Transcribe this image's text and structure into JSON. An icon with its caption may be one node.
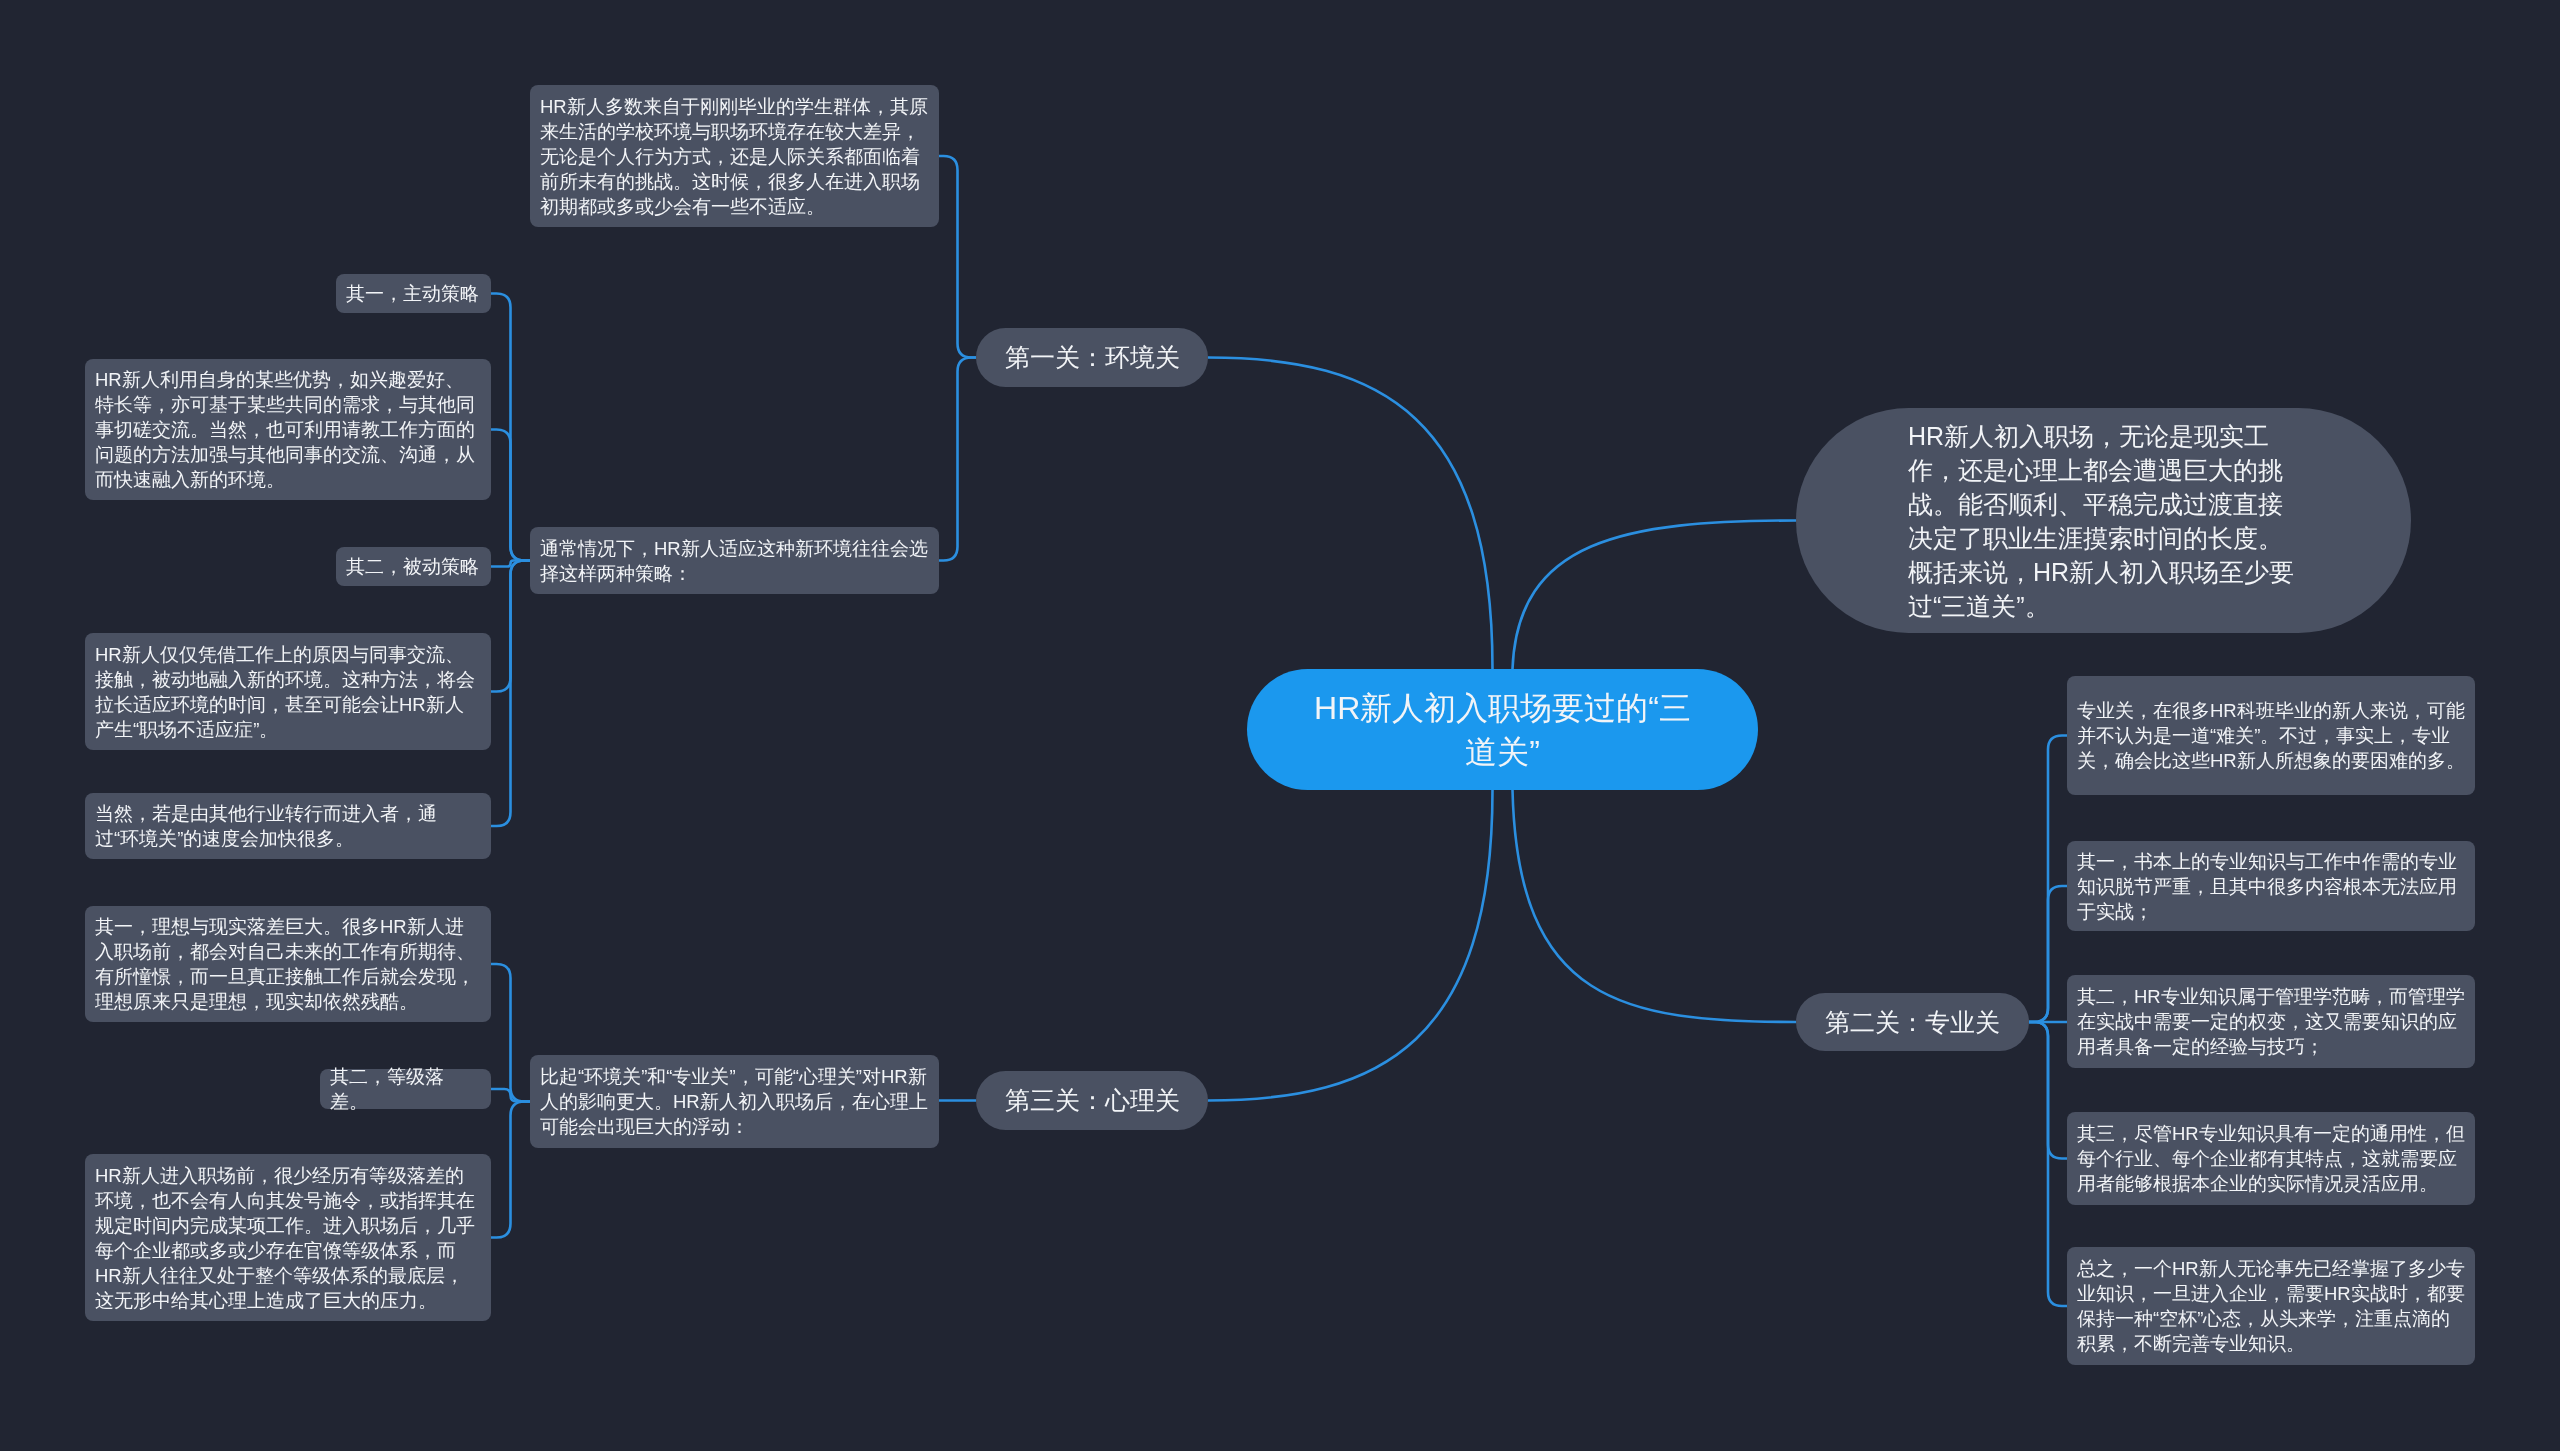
{
  "diagram": {
    "nodes": [
      {
        "text": [
          "HR新人初入职场要过的“三道关”"
        ]
      },
      {
        "text": [
          "第一关：环境关"
        ]
      },
      {
        "text": [
          "HR新人多数来自于刚刚毕业的学生群体，其原来生活的学校环境与职场环境存在较大差异，无论是个人行为方式，还是人际关系都面临着前所未有的挑战。这时候，很多人在进入职场初期都或多或少会有一些不适应。"
        ]
      },
      {
        "text": [
          "通常情况下，HR新人适应这种新环境往往会选择这样两种策略："
        ]
      },
      {
        "text": [
          "其一，主动策略"
        ]
      },
      {
        "text": [
          "HR新人利用自身的某些优势，如兴趣爱好、特长等，亦可基于某些共同的需求，与其他同事切磋交流。当然，也可利用请教工作方面的问题的方法加强与其他同事的交流、沟通，从而快速融入新的环境。"
        ]
      },
      {
        "text": [
          "其二，被动策略"
        ]
      },
      {
        "text": [
          "HR新人仅仅凭借工作上的原因与同事交流、接触，被动地融入新的环境。这种方法，将会拉长适应环境的时间，甚至可能会让HR新人产生“职场不适应症”。"
        ]
      },
      {
        "text": [
          "当然，若是由其他行业转行而进入者，通过“环境关”的速度会加快很多。"
        ]
      },
      {
        "text": [
          "HR新人初入职场，无论是现实工作，还是心理上都会遭遇巨大的挑战。能否顺利、平稳完成过渡直接决定了职业生涯摸索时间的长度。概括来说，HR新人初入职场至少要过“三道关”。"
        ]
      },
      {
        "text": [
          "第二关：专业关"
        ]
      },
      {
        "text": [
          "专业关，在很多HR科班毕业的新人来说，可能并不认为是一道“难关”。不过，事实上，专业关，确会比这些HR新人所想象的要困难的多。"
        ]
      },
      {
        "text": [
          "其一，书本上的专业知识与工作中作需的专业知识脱节严重，且其中很多内容根本无法应用于实战；"
        ]
      },
      {
        "text": [
          "其二，HR专业知识属于管理学范畴，而管理学在实战中需要一定的权变，这又需要知识的应用者具备一定的经验与技巧；"
        ]
      },
      {
        "text": [
          "其三，尽管HR专业知识具有一定的通用性，但每个行业、每个企业都有其特点，这就需要应用者能够根据本企业的实际情况灵活应用。"
        ]
      },
      {
        "text": [
          "总之，一个HR新人无论事先已经掌握了多少专业知识，一旦进入企业，需要HR实战时，都要保持一种“空杯”心态，从头来学，注重点滴的积累，不断完善专业知识。"
        ]
      },
      {
        "text": [
          "第三关：心理关"
        ]
      },
      {
        "text": [
          "比起“环境关”和“专业关”，可能“心理关”对HR新人的影响更大。HR新人初入职场后，在心理上可能会出现巨大的浮动："
        ]
      },
      {
        "text": [
          "其一，理想与现实落差巨大。很多HR新人进入职场前，都会对自己未来的工作有所期待、有所憧憬，而一旦真正接触工作后就会发现，理想原来只是理想，现实却依然残酷。"
        ]
      },
      {
        "text": [
          "其二，等级落差。"
        ]
      },
      {
        "text": [
          "HR新人进入职场前，很少经历有等级落差的环境，也不会有人向其发号施令，或指挥其在规定时间内完成某项工作。进入职场后，几乎每个企业都或多或少存在官僚等级体系，而HR新人往往又处于整个等级体系的最底层，这无形中给其心理上造成了巨大的压力。"
        ]
      }
    ],
    "edges": [
      {
        "from": 0,
        "to": 1,
        "arrow": "none"
      },
      {
        "from": 1,
        "to": 2,
        "arrow": "none"
      },
      {
        "from": 1,
        "to": 3,
        "arrow": "none"
      },
      {
        "from": 3,
        "to": 4,
        "arrow": "none"
      },
      {
        "from": 3,
        "to": 5,
        "arrow": "none"
      },
      {
        "from": 3,
        "to": 6,
        "arrow": "none"
      },
      {
        "from": 3,
        "to": 7,
        "arrow": "none"
      },
      {
        "from": 3,
        "to": 8,
        "arrow": "none"
      },
      {
        "from": 0,
        "to": 9,
        "arrow": "none"
      },
      {
        "from": 0,
        "to": 10,
        "arrow": "none"
      },
      {
        "from": 10,
        "to": 11,
        "arrow": "none"
      },
      {
        "from": 10,
        "to": 12,
        "arrow": "none"
      },
      {
        "from": 10,
        "to": 13,
        "arrow": "none"
      },
      {
        "from": 10,
        "to": 14,
        "arrow": "none"
      },
      {
        "from": 10,
        "to": 15,
        "arrow": "none"
      },
      {
        "from": 0,
        "to": 16,
        "arrow": "none"
      },
      {
        "from": 16,
        "to": 17,
        "arrow": "none"
      },
      {
        "from": 17,
        "to": 18,
        "arrow": "none"
      },
      {
        "from": 17,
        "to": 19,
        "arrow": "none"
      },
      {
        "from": 17,
        "to": 20,
        "arrow": "none"
      }
    ]
  }
}
